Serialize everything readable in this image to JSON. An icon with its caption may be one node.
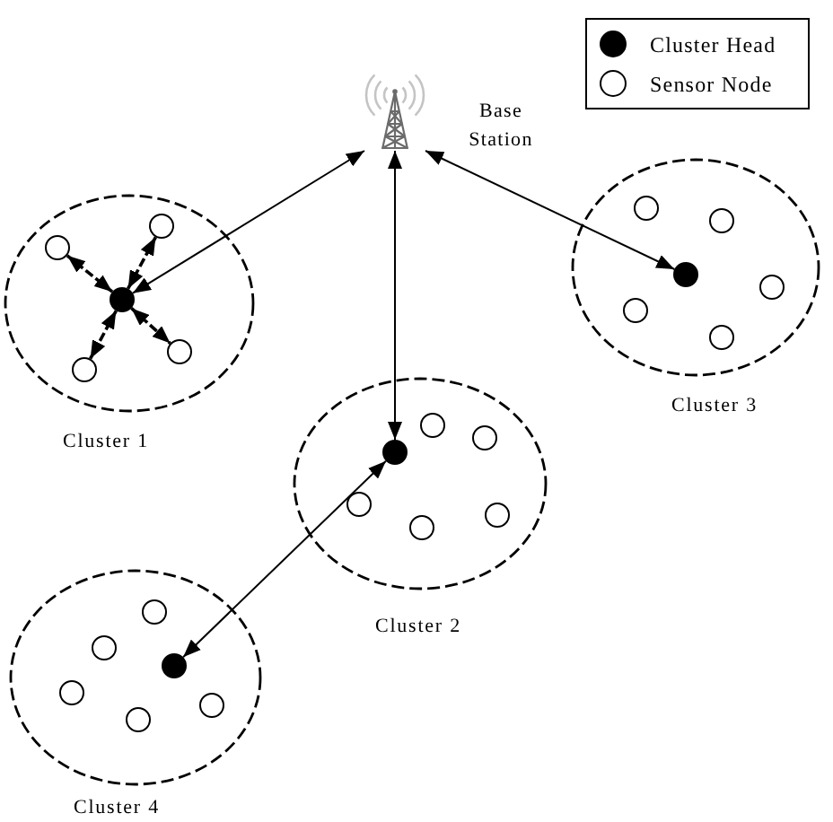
{
  "diagram": {
    "nodes": [
      {
        "text": [],
        "shape": "picture",
        "beside": [
          "Base Station"
        ]
      },
      {
        "text": [
          "Cluster 1"
        ]
      },
      {
        "text": [],
        "shape": "dot",
        "in": 1
      },
      {
        "text": [],
        "shape": "circle",
        "in": 1
      },
      {
        "text": [],
        "shape": "circle",
        "in": 1
      },
      {
        "text": [],
        "shape": "circle",
        "in": 1
      },
      {
        "text": [],
        "shape": "circle",
        "in": 1
      },
      {
        "text": [
          "Cluster 2"
        ]
      },
      {
        "text": [],
        "shape": "dot",
        "in": 7
      },
      {
        "text": [],
        "shape": "circle",
        "in": 7
      },
      {
        "text": [],
        "shape": "circle",
        "in": 7
      },
      {
        "text": [],
        "shape": "circle",
        "in": 7
      },
      {
        "text": [],
        "shape": "circle",
        "in": 7
      },
      {
        "text": [],
        "shape": "circle",
        "in": 7
      },
      {
        "text": [
          "Cluster 3"
        ]
      },
      {
        "text": [],
        "shape": "dot",
        "in": 14
      },
      {
        "text": [],
        "shape": "circle",
        "in": 14
      },
      {
        "text": [],
        "shape": "circle",
        "in": 14
      },
      {
        "text": [],
        "shape": "circle",
        "in": 14
      },
      {
        "text": [],
        "shape": "circle",
        "in": 14
      },
      {
        "text": [],
        "shape": "circle",
        "in": 14
      },
      {
        "text": [
          "Cluster 4"
        ]
      },
      {
        "text": [],
        "shape": "dot",
        "in": 21
      },
      {
        "text": [],
        "shape": "circle",
        "in": 21
      },
      {
        "text": [],
        "shape": "circle",
        "in": 21
      },
      {
        "text": [],
        "shape": "circle",
        "in": 21
      },
      {
        "text": [],
        "shape": "circle",
        "in": 21
      },
      {
        "text": [],
        "shape": "circle",
        "in": 21
      }
    ],
    "edges": [
      {
        "from": 0,
        "to": 2,
        "arrow": "both"
      },
      {
        "from": 0,
        "to": 8,
        "arrow": "both"
      },
      {
        "from": 0,
        "to": 15,
        "arrow": "both"
      },
      {
        "from": 8,
        "to": 22,
        "arrow": "both"
      },
      {
        "from": 2,
        "to": 3,
        "arrow": "both",
        "style": "dashed"
      },
      {
        "from": 2,
        "to": 4,
        "arrow": "both",
        "style": "dashed"
      },
      {
        "from": 2,
        "to": 5,
        "arrow": "both",
        "style": "dashed"
      },
      {
        "from": 2,
        "to": 6,
        "arrow": "both",
        "style": "dashed"
      }
    ],
    "legend": [
      {
        "text": "Cluster Head",
        "color": "#000000"
      },
      {
        "text": "Sensor Node",
        "color": "#ffffff"
      }
    ]
  }
}
